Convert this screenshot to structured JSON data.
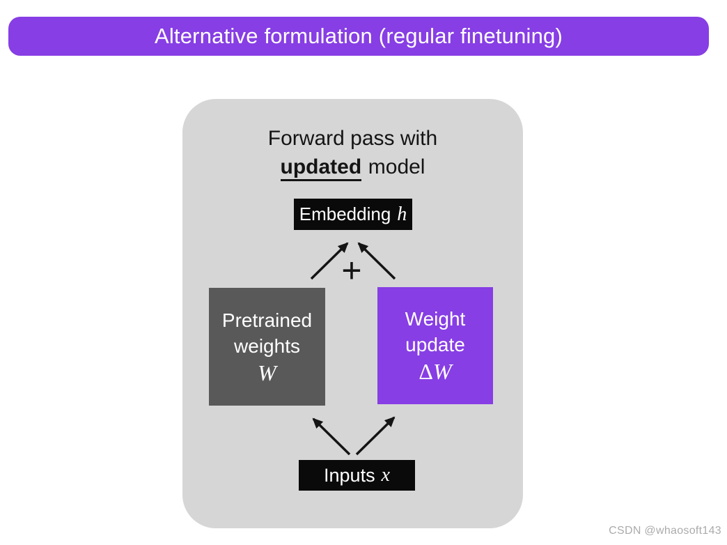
{
  "banner": {
    "label": "Alternative formulation (regular finetuning)"
  },
  "diagram": {
    "title": {
      "line1": "Forward pass with",
      "line2_emphasis": "updated",
      "line2_rest": "model"
    },
    "embedding_box": {
      "label": "Embedding",
      "symbol": "h"
    },
    "plus_sign": "+",
    "pretrained_box": {
      "line1": "Pretrained",
      "line2": "weights",
      "symbol": "W"
    },
    "weight_update_box": {
      "line1": "Weight",
      "line2": "update",
      "symbol_delta": "Δ",
      "symbol": "W"
    },
    "inputs_box": {
      "label": "Inputs",
      "symbol": "x"
    }
  },
  "watermark": {
    "label": "CSDN @whaosoft143"
  },
  "colors": {
    "accent_purple": "#873EE4",
    "panel_gray": "#D6D6D6",
    "pretrained_gray": "#595959",
    "node_black": "#0A0A0A",
    "watermark_gray": "#ABABAB",
    "text_black": "#141414",
    "text_white": "#FFFFFF"
  }
}
